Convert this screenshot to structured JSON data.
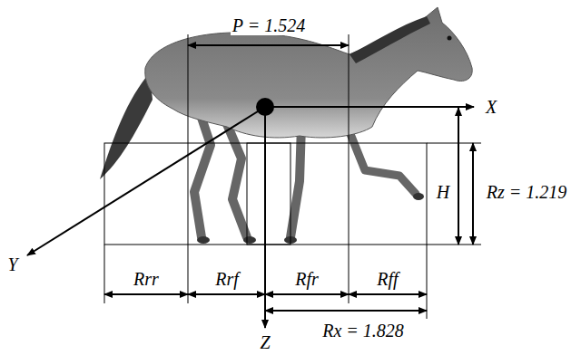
{
  "diagram": {
    "labels": [
      "P = 1.524",
      "X",
      "Y",
      "H",
      "Rz = 1.219",
      "Z",
      "Rrr",
      "Rrf",
      "Rfr",
      "Rff",
      "Rx = 1.828"
    ]
  }
}
